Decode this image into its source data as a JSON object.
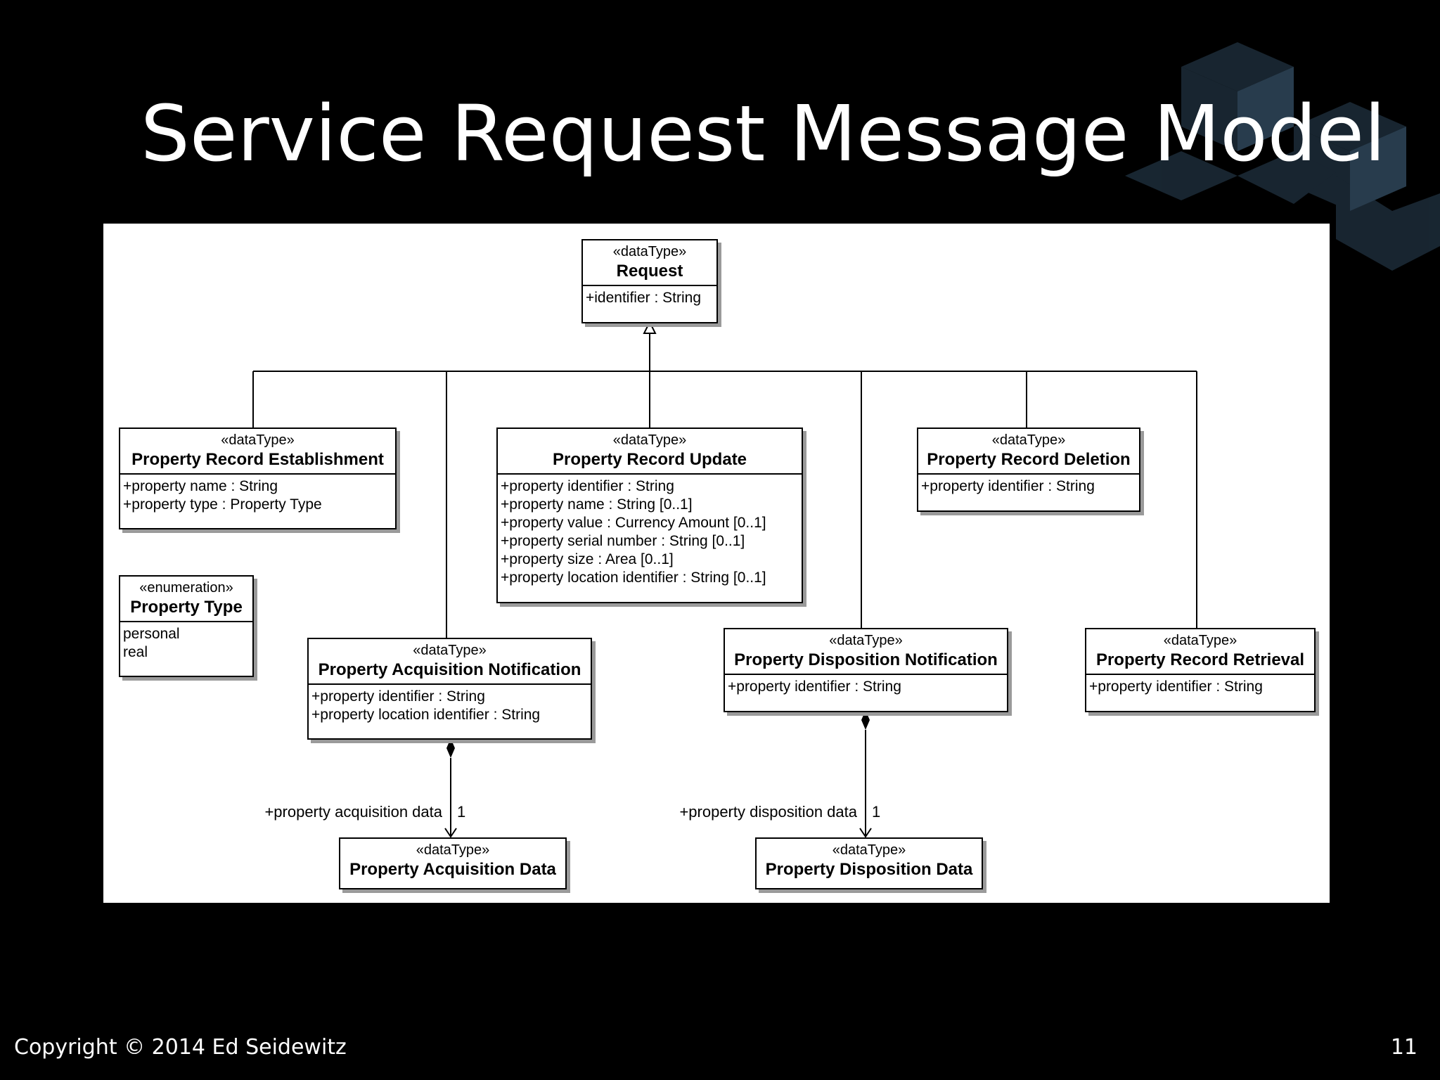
{
  "slide": {
    "title": "Service Request Message Model",
    "copyright": "Copyright © 2014 Ed Seidewitz",
    "page_number": "11"
  },
  "classes": {
    "request": {
      "stereotype": "«dataType»",
      "name": "Request",
      "attributes": [
        "+identifier : String"
      ]
    },
    "establishment": {
      "stereotype": "«dataType»",
      "name": "Property Record Establishment",
      "attributes": [
        "+property name : String",
        "+property type : Property Type"
      ]
    },
    "update": {
      "stereotype": "«dataType»",
      "name": "Property Record Update",
      "attributes": [
        "+property identifier : String",
        "+property name : String [0..1]",
        "+property value : Currency Amount [0..1]",
        "+property serial number : String [0..1]",
        "+property size : Area [0..1]",
        "+property location identifier : String [0..1]"
      ]
    },
    "deletion": {
      "stereotype": "«dataType»",
      "name": "Property Record Deletion",
      "attributes": [
        "+property identifier : String"
      ]
    },
    "property_type": {
      "stereotype": "«enumeration»",
      "name": "Property Type",
      "attributes": [
        "personal",
        "real"
      ]
    },
    "acq_notification": {
      "stereotype": "«dataType»",
      "name": "Property Acquisition Notification",
      "attributes": [
        "+property identifier : String",
        "+property location identifier : String"
      ]
    },
    "disp_notification": {
      "stereotype": "«dataType»",
      "name": "Property Disposition Notification",
      "attributes": [
        "+property identifier : String"
      ]
    },
    "retrieval": {
      "stereotype": "«dataType»",
      "name": "Property Record Retrieval",
      "attributes": [
        "+property identifier : String"
      ]
    },
    "acq_data": {
      "stereotype": "«dataType»",
      "name": "Property Acquisition Data",
      "attributes": []
    },
    "disp_data": {
      "stereotype": "«dataType»",
      "name": "Property Disposition Data",
      "attributes": []
    }
  },
  "associations": {
    "acquisition": {
      "role": "+property acquisition data",
      "multiplicity": "1"
    },
    "disposition": {
      "role": "+property disposition data",
      "multiplicity": "1"
    }
  },
  "colors": {
    "background": "#000000",
    "title": "#ffffff",
    "diagram_bg": "#ffffff",
    "class_shadow": "#9a9a9a"
  }
}
